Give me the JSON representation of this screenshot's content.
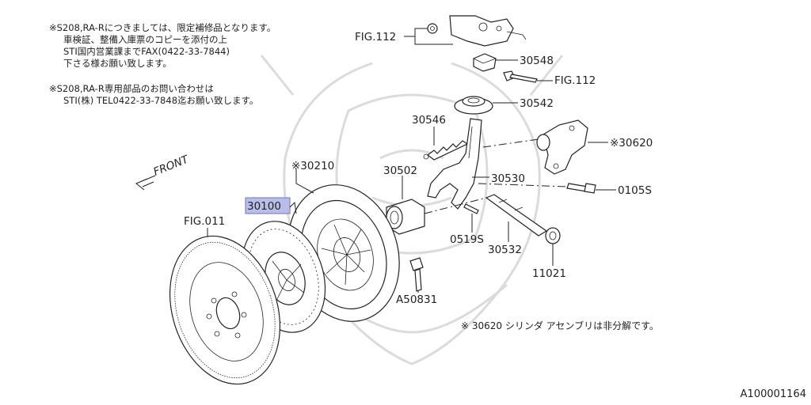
{
  "notes": {
    "line1": "※S208,RA-Rにつきましては、限定補修品となります。",
    "line2": "車検証、整備入庫票のコピーを添付の上",
    "line3": "STI国内営業課までFAX(0422-33-7844)",
    "line4": "下さる様お願い致します。",
    "line5": "※S208,RA-R専用部品のお問い合わせは",
    "line6": "STI(株) TEL0422-33-7848迄お願い致します。",
    "cylinder_note": "※ 30620 シリンダ アセンブリは非分解です。"
  },
  "labels": {
    "fig112_top": "FIG.112",
    "p30548": "30548",
    "fig112_bolt": "FIG.112",
    "p30542": "30542",
    "p30546": "30546",
    "p30620": "※30620",
    "p30210": "※30210",
    "p30502": "30502",
    "p30530": "30530",
    "p0105s": "0105S",
    "p30100": "30100",
    "fig011": "FIG.011",
    "p0519s": "0519S",
    "p30532": "30532",
    "p11021": "11021",
    "pA50831": "A50831",
    "front": "FRONT"
  },
  "reference_code": "A100001164",
  "colors": {
    "highlight": "#b9bee8",
    "line": "#222222",
    "watermark": "#d8d8d8"
  }
}
